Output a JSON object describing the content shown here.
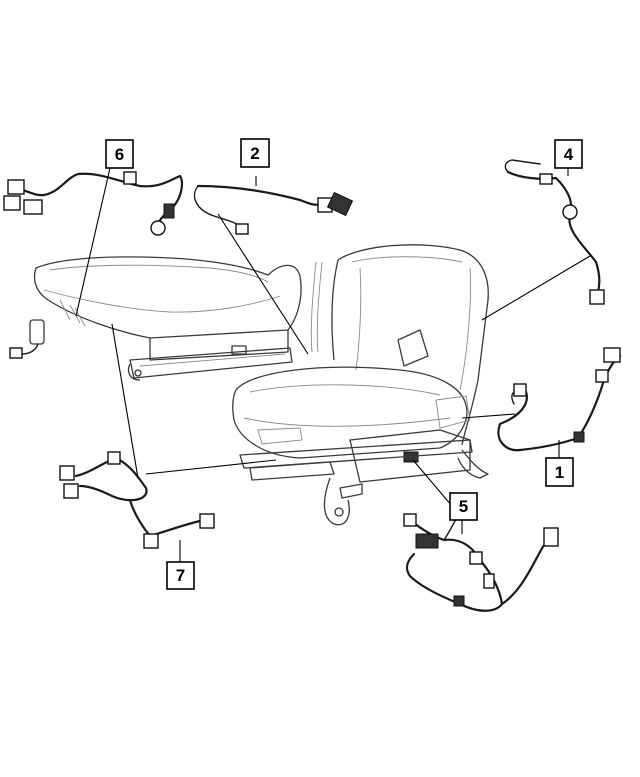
{
  "callouts": [
    {
      "id": "callout-1",
      "label": "1"
    },
    {
      "id": "callout-2",
      "label": "2"
    },
    {
      "id": "callout-4",
      "label": "4"
    },
    {
      "id": "callout-5",
      "label": "5"
    },
    {
      "id": "callout-6",
      "label": "6"
    },
    {
      "id": "callout-7",
      "label": "7"
    }
  ]
}
